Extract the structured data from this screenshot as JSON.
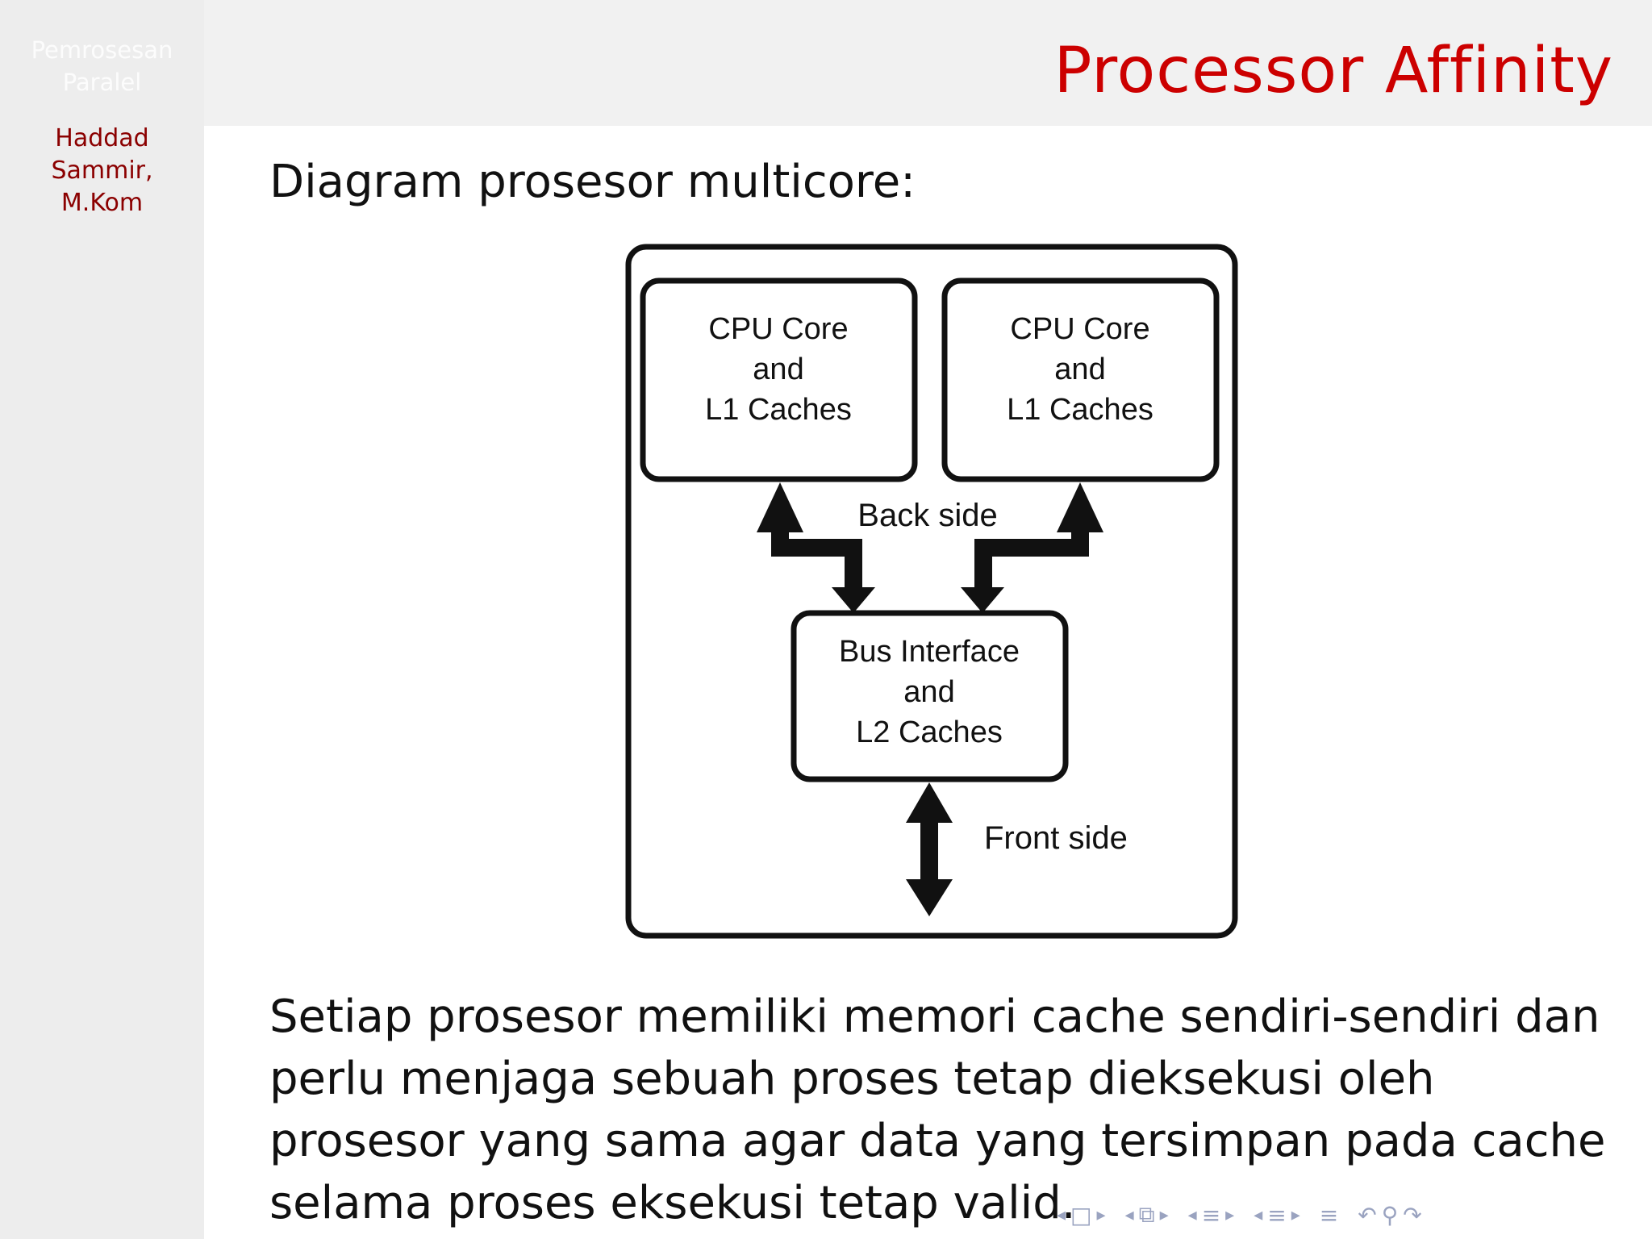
{
  "sidebar": {
    "title_line1": "Pemrosesan",
    "title_line2": "Paralel",
    "author_line1": "Haddad",
    "author_line2": "Sammir,",
    "author_line3": "M.Kom"
  },
  "frame": {
    "title": "Processor Affinity",
    "intro": "Diagram prosesor multicore:",
    "body": "Setiap prosesor memiliki memori cache sendiri-sendiri dan perlu menjaga sebuah proses tetap dieksekusi oleh prosesor yang sama agar data yang tersimpan pada cache selama proses eksekusi tetap valid."
  },
  "diagram": {
    "core1": {
      "line1": "CPU Core",
      "line2": "and",
      "line3": "L1 Caches"
    },
    "core2": {
      "line1": "CPU Core",
      "line2": "and",
      "line3": "L1 Caches"
    },
    "bus": {
      "line1": "Bus Interface",
      "line2": "and",
      "line3": "L2 Caches"
    },
    "back_side": "Back side",
    "front_side": "Front side"
  },
  "colors": {
    "title": "#cc0000",
    "author": "#8b0000",
    "sidebar_bg": "#ededed",
    "topbar_bg": "#f1f1f1",
    "nav": "#9aa3c0"
  },
  "navigation": {
    "icons": [
      "nav-frame-icon",
      "nav-subsection-icon",
      "nav-section-icon",
      "nav-document-icon",
      "nav-search-icon"
    ]
  }
}
